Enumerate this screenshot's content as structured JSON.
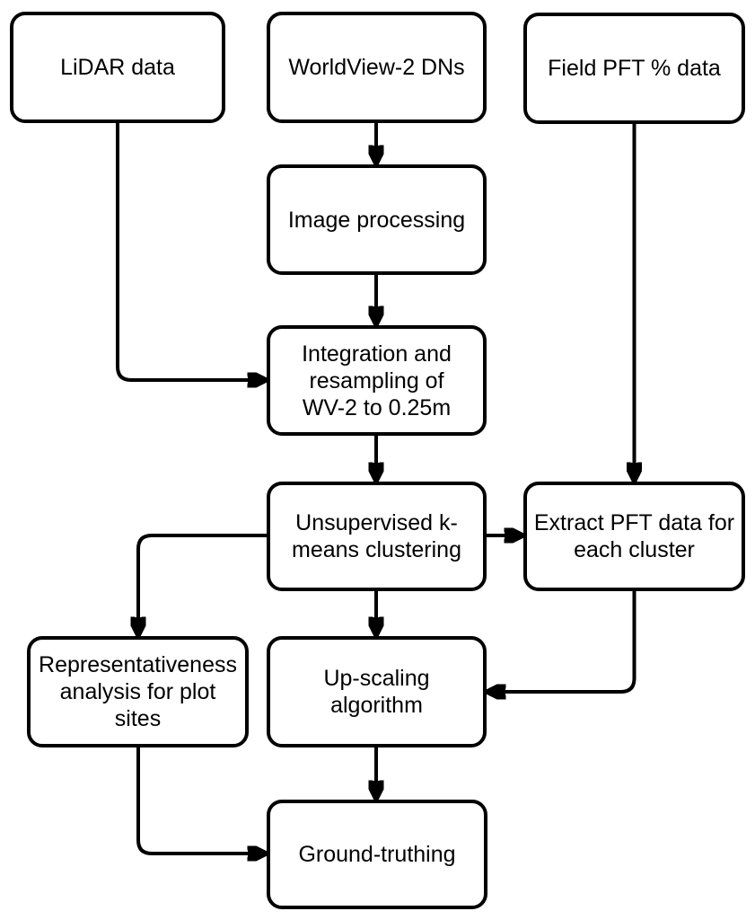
{
  "diagram": {
    "background_color": "#ffffff",
    "box_fill_color": "#ffffff",
    "line_color": "#000000",
    "nodes": {
      "lidar_data": {
        "label": "LiDAR data"
      },
      "worldview_dns": {
        "label": "WorldView-2 DNs"
      },
      "field_pft_data": {
        "label": "Field PFT % data"
      },
      "image_processing": {
        "label": "Image processing"
      },
      "integration_resampling": {
        "label": [
          "Integration and",
          "resampling of",
          "WV-2 to 0.25m"
        ]
      },
      "kmeans_clustering": {
        "label": [
          "Unsupervised k-",
          "means clustering"
        ]
      },
      "extract_pft": {
        "label": [
          "Extract PFT data for",
          "each cluster"
        ]
      },
      "representativeness": {
        "label": [
          "Representativeness",
          "analysis for plot sites"
        ]
      },
      "upscaling": {
        "label": "Up-scaling algorithm"
      },
      "ground_truthing": {
        "label": "Ground-truthing"
      }
    },
    "edges": [
      {
        "from": "worldview_dns",
        "to": "image_processing"
      },
      {
        "from": "image_processing",
        "to": "integration_resampling"
      },
      {
        "from": "lidar_data",
        "to": "integration_resampling"
      },
      {
        "from": "integration_resampling",
        "to": "kmeans_clustering"
      },
      {
        "from": "kmeans_clustering",
        "to": "extract_pft"
      },
      {
        "from": "field_pft_data",
        "to": "extract_pft"
      },
      {
        "from": "kmeans_clustering",
        "to": "representativeness"
      },
      {
        "from": "kmeans_clustering",
        "to": "upscaling"
      },
      {
        "from": "extract_pft",
        "to": "upscaling"
      },
      {
        "from": "upscaling",
        "to": "ground_truthing"
      },
      {
        "from": "representativeness",
        "to": "ground_truthing"
      }
    ]
  }
}
